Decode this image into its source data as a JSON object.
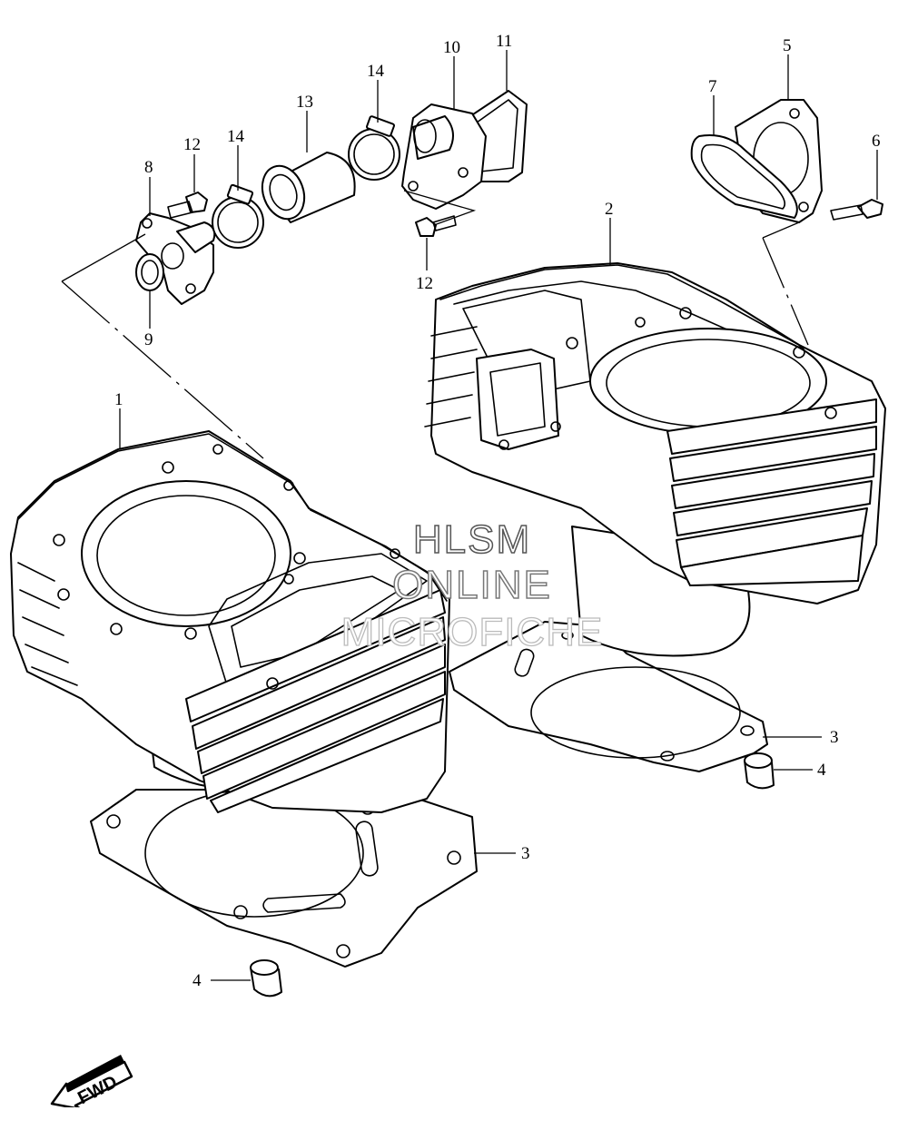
{
  "callouts": {
    "c1": "1",
    "c2": "2",
    "c3a": "3",
    "c3b": "3",
    "c4a": "4",
    "c4b": "4",
    "c5": "5",
    "c6": "6",
    "c7": "7",
    "c8": "8",
    "c9": "9",
    "c10": "10",
    "c11": "11",
    "c12a": "12",
    "c12b": "12",
    "c13": "13",
    "c14a": "14",
    "c14b": "14"
  },
  "watermark": {
    "line1": "HLSM",
    "line2": "ONLINE",
    "line3": "MICROFICHE"
  },
  "fwd_label": "FWD"
}
